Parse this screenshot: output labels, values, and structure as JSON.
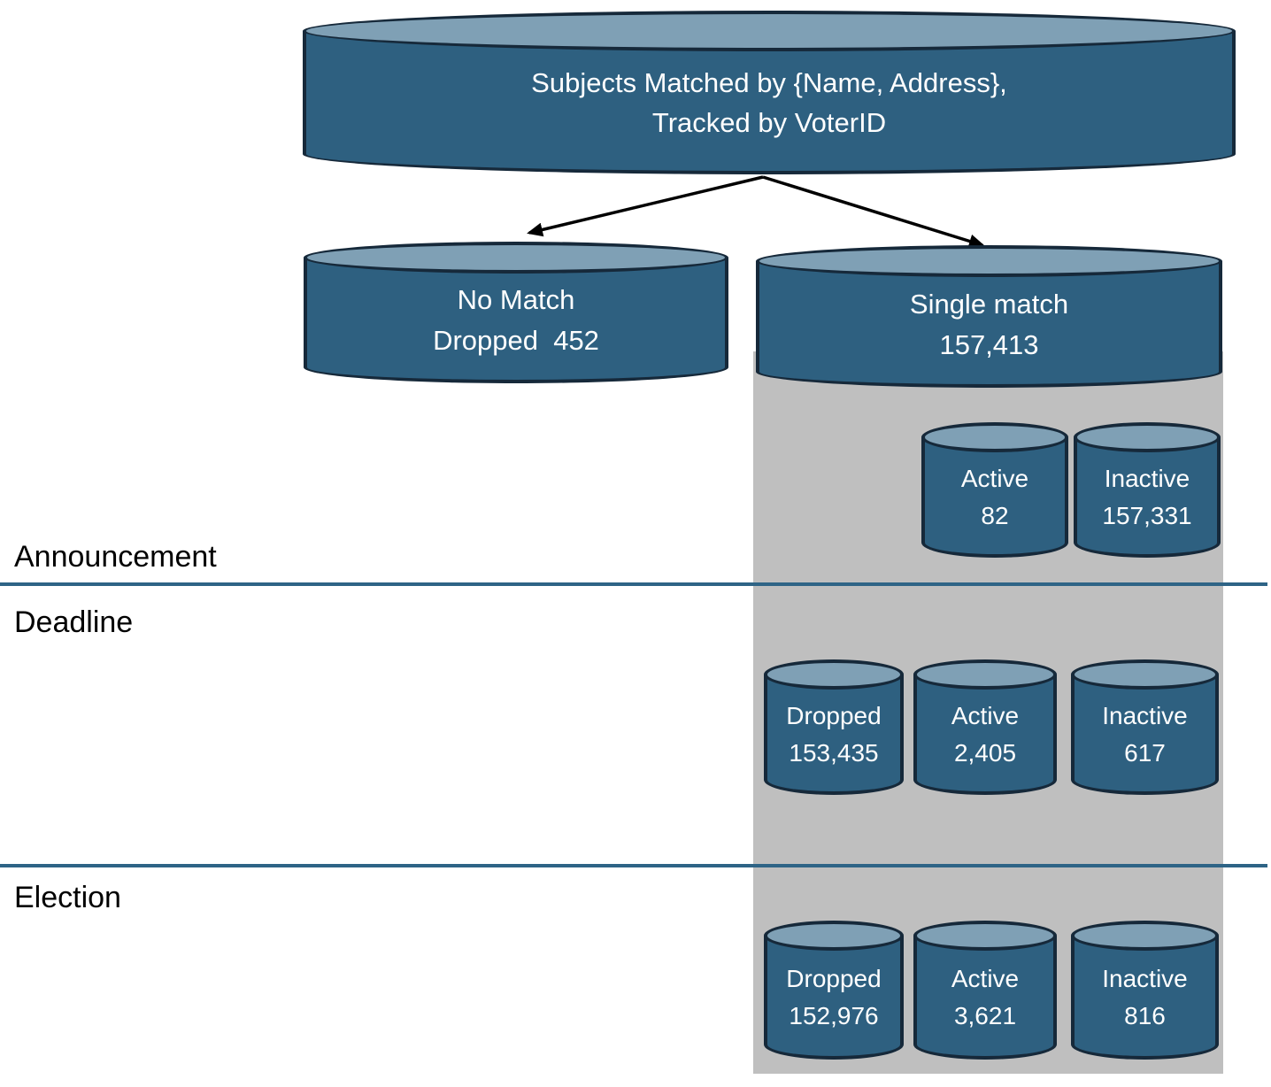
{
  "colors": {
    "background": "#FFFFFF",
    "cylinder_body": "#2E6080",
    "cylinder_top": "#7FA0B5",
    "cylinder_outline": "#16293A",
    "cylinder_text": "#FFFFFF",
    "band": "#BFBFBF",
    "divider": "#2E6486",
    "arrow": "#000000",
    "section_text": "#000000"
  },
  "title_cylinder": {
    "line1": "Subjects Matched by {Name, Address},",
    "line2": "Tracked by VoterID"
  },
  "branches": {
    "no_match": {
      "line1": "No Match",
      "line2": "Dropped  452"
    },
    "single_match": {
      "line1": "Single match",
      "line2": "157,413"
    }
  },
  "sections": [
    {
      "label": "Announcement",
      "cylinders": [
        {
          "label": "Active",
          "value": "82"
        },
        {
          "label": "Inactive",
          "value": "157,331"
        }
      ]
    },
    {
      "label": "Deadline",
      "cylinders": [
        {
          "label": "Dropped",
          "value": "153,435"
        },
        {
          "label": "Active",
          "value": "2,405"
        },
        {
          "label": "Inactive",
          "value": "617"
        }
      ]
    },
    {
      "label": "Election",
      "cylinders": [
        {
          "label": "Dropped",
          "value": "152,976"
        },
        {
          "label": "Active",
          "value": "3,621"
        },
        {
          "label": "Inactive",
          "value": "816"
        }
      ]
    }
  ]
}
